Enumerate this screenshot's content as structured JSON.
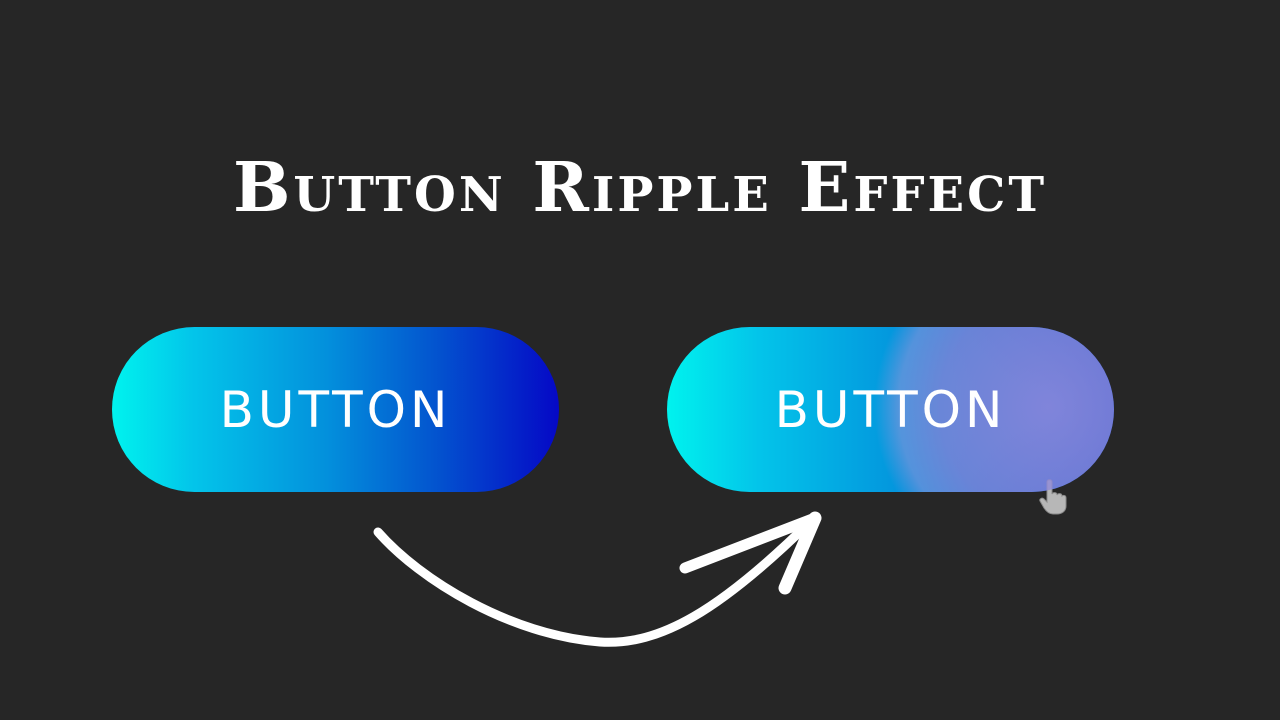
{
  "title": "Button Ripple Effect",
  "buttons": {
    "normal": {
      "label": "BUTTON"
    },
    "ripple": {
      "label": "BUTTON"
    }
  },
  "colors": {
    "background": "#262626",
    "gradient_start": "#00f3ee",
    "gradient_end": "#0508c6",
    "ripple": "#8c87d7",
    "text": "#ffffff"
  },
  "icons": {
    "arrow": "curved-arrow-icon",
    "cursor": "hand-pointer-icon"
  }
}
